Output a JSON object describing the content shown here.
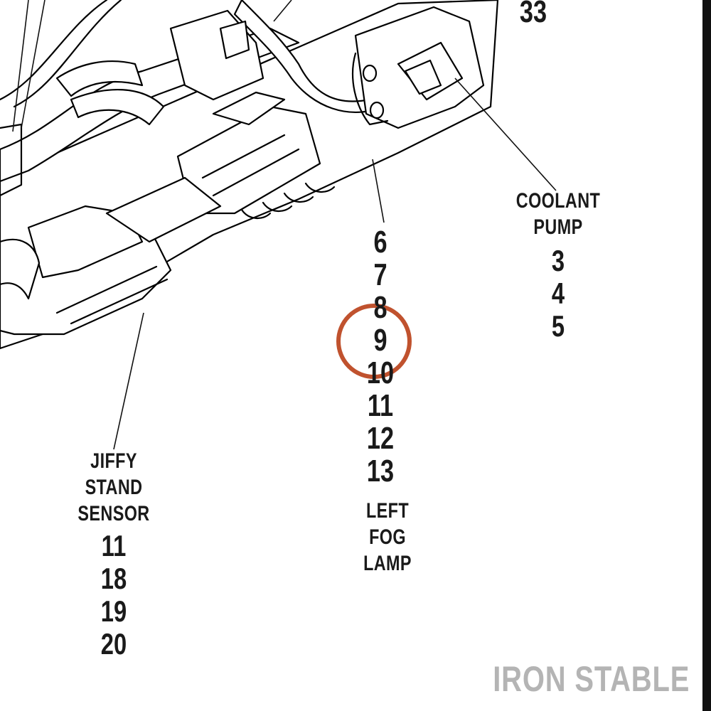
{
  "diagram": {
    "labels": {
      "top_pin": "33",
      "coolant_pump": {
        "title_line1": "COOLANT",
        "title_line2": "PUMP",
        "pins": [
          "3",
          "4",
          "5"
        ]
      },
      "left_fog_lamp": {
        "pins": [
          "6",
          "7",
          "8",
          "9",
          "10",
          "11",
          "12",
          "13"
        ],
        "title_line1": "LEFT",
        "title_line2": "FOG",
        "title_line3": "LAMP",
        "highlighted_pin": "9"
      },
      "jiffy_stand_sensor": {
        "title_line1": "JIFFY STAND",
        "title_line2": "SENSOR",
        "pins": [
          "11",
          "18",
          "19",
          "20"
        ]
      }
    },
    "highlight_color": "#c0522e",
    "watermark": "IRON STABLE"
  }
}
